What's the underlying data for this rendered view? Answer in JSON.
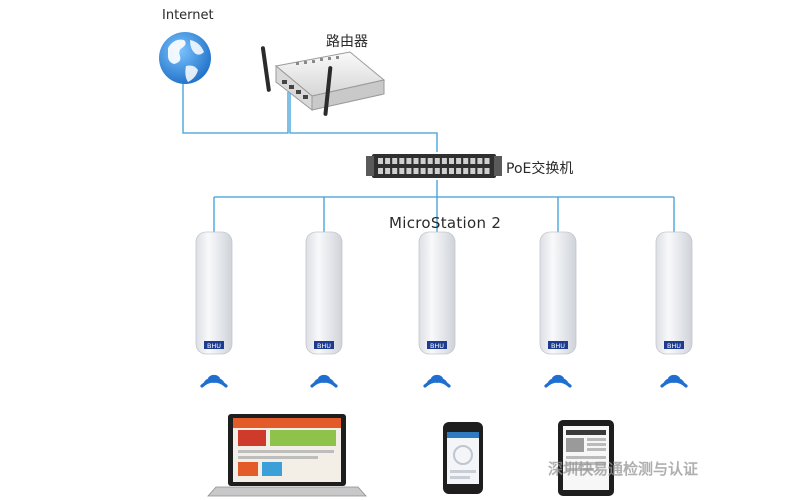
{
  "nodes": {
    "internet": "Internet",
    "router": "路由器",
    "switch": "PoE交换机",
    "access_points": "MicroStation  2",
    "ap_badge": "BHU"
  },
  "watermark": "深圳快易通检测与认证",
  "colors": {
    "link": "#3b9fd8",
    "wifi": "#1f6fd1",
    "globe": "#2f8fe0",
    "ap_body": "#f3f4f6",
    "badge": "#1d3c8f"
  },
  "access_point_count": 5,
  "clients": [
    "laptop",
    "phone",
    "tablet"
  ]
}
